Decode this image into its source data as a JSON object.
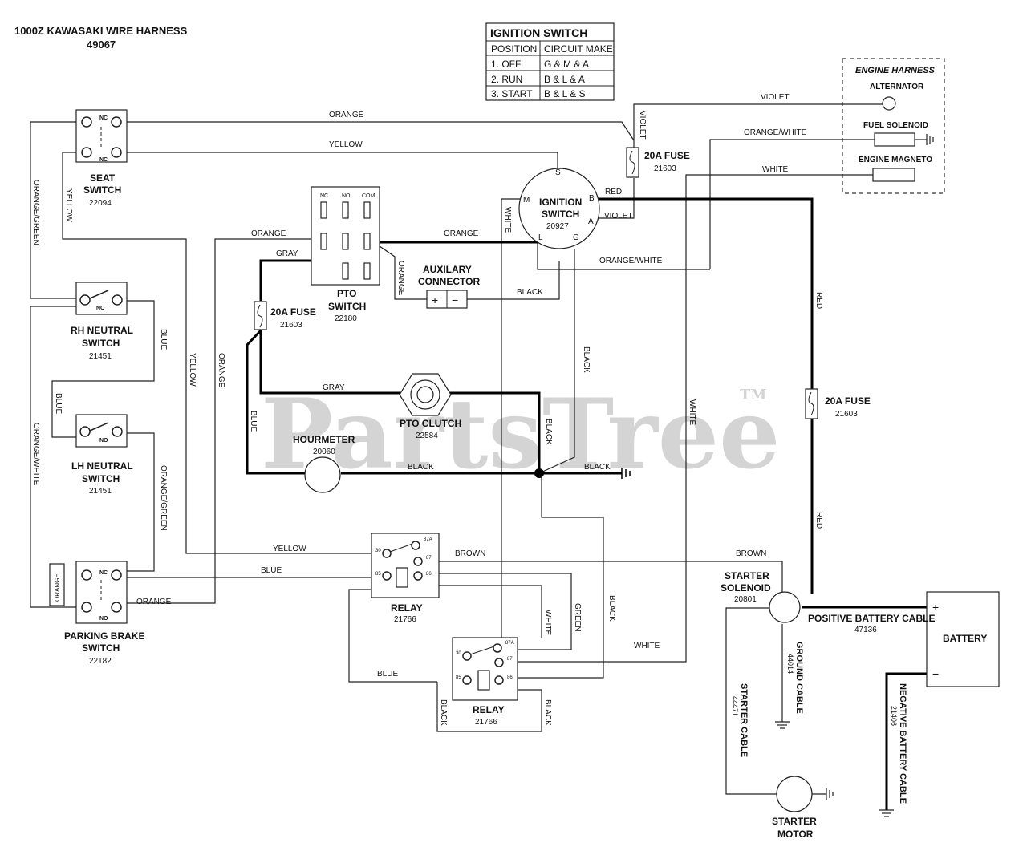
{
  "title": {
    "line1": "1000Z KAWASAKI WIRE HARNESS",
    "line2": "49067"
  },
  "ignition_table": {
    "title": "IGNITION SWITCH",
    "headers": [
      "POSITION",
      "CIRCUIT MAKE"
    ],
    "rows": [
      [
        "1. OFF",
        "G & M & A"
      ],
      [
        "2. RUN",
        "B & L & A"
      ],
      [
        "3. START",
        "B & L & S"
      ]
    ]
  },
  "engine_harness": {
    "title": "ENGINE HARNESS",
    "alternator": "ALTERNATOR",
    "fuel_solenoid": "FUEL SOLENOID",
    "engine_magneto": "ENGINE MAGNETO"
  },
  "watermark": {
    "text": "PartsTree",
    "tm": "TM"
  },
  "components": {
    "seat_switch": {
      "name1": "SEAT",
      "name2": "SWITCH",
      "part": "22094",
      "nc1": "NC",
      "nc2": "NC"
    },
    "rh_neutral": {
      "name1": "RH NEUTRAL",
      "name2": "SWITCH",
      "part": "21451",
      "no": "NO"
    },
    "lh_neutral": {
      "name1": "LH NEUTRAL",
      "name2": "SWITCH",
      "part": "21451",
      "no": "NO"
    },
    "parking_brake": {
      "name1": "PARKING BRAKE",
      "name2": "SWITCH",
      "part": "22182",
      "nc": "NC",
      "no": "NO",
      "side": "ORANGE"
    },
    "pto_switch": {
      "name1": "PTO",
      "name2": "SWITCH",
      "part": "22180",
      "nc": "NC",
      "no": "NO",
      "com": "COM"
    },
    "fuse_pto": {
      "name": "20A FUSE",
      "part": "21603"
    },
    "fuse_ign": {
      "name": "20A FUSE",
      "part": "21603"
    },
    "fuse_red": {
      "name": "20A FUSE",
      "part": "21603"
    },
    "ignition": {
      "name1": "IGNITION",
      "name2": "SWITCH",
      "part": "20927",
      "s": "S",
      "m": "M",
      "b": "B",
      "a": "A",
      "l": "L",
      "g": "G"
    },
    "aux": {
      "name1": "AUXILARY",
      "name2": "CONNECTOR",
      "plus": "+",
      "minus": "−"
    },
    "pto_clutch": {
      "name": "PTO CLUTCH",
      "part": "22584"
    },
    "hourmeter": {
      "name": "HOURMETER",
      "part": "20060"
    },
    "relay1": {
      "name": "RELAY",
      "part": "21766",
      "p30": "30",
      "p87a": "87A",
      "p87": "87",
      "p85": "85",
      "p86": "86"
    },
    "relay2": {
      "name": "RELAY",
      "part": "21766",
      "p30": "30",
      "p87a": "87A",
      "p87": "87",
      "p85": "85",
      "p86": "86"
    },
    "starter_solenoid": {
      "name1": "STARTER",
      "name2": "SOLENOID",
      "part": "20801"
    },
    "battery": {
      "name": "BATTERY",
      "plus": "+",
      "minus": "−"
    },
    "starter_motor": {
      "name1": "STARTER",
      "name2": "MOTOR"
    },
    "pos_cable": {
      "name": "POSITIVE BATTERY CABLE",
      "part": "47136"
    },
    "ground_cable": {
      "name": "GROUND CABLE",
      "part": "44014"
    },
    "starter_cable": {
      "name": "STARTER CABLE",
      "part": "44471"
    },
    "neg_cable": {
      "name": "NEGATIVE BATTERY CABLE",
      "part": "21406"
    }
  },
  "wire_labels": {
    "orange_top": "ORANGE",
    "yellow_top": "YELLOW",
    "violet_top": "VIOLET",
    "violet_v": "VIOLET",
    "orange_white_top": "ORANGE/WHITE",
    "white_top": "WHITE",
    "red_b": "RED",
    "violet_a": "VIOLET",
    "orange_green_left": "ORANGE/GREEN",
    "yellow_left": "YELLOW",
    "orange_pto": "ORANGE",
    "gray_pto": "GRAY",
    "orange_com": "ORANGE",
    "orange_aux": "ORANGE",
    "white_m": "WHITE",
    "orange_white_mid": "ORANGE/WHITE",
    "black_aux": "BLACK",
    "blue_rh": "BLUE",
    "blue_lh": "BLUE",
    "orange_white_left": "ORANGE/WHITE",
    "yellow_mid": "YELLOW",
    "orange_mid": "ORANGE",
    "orange_green_right": "ORANGE/GREEN",
    "blue_hour": "BLUE",
    "gray_clutch": "GRAY",
    "black_clutch": "BLACK",
    "black_g": "BLACK",
    "black_hour": "BLACK",
    "black_gnd": "BLACK",
    "red_v1": "RED",
    "red_v2": "RED",
    "white_right": "WHITE",
    "yellow_relay": "YELLOW",
    "blue_relay": "BLUE",
    "orange_pb": "ORANGE",
    "brown_relay": "BROWN",
    "brown_sol": "BROWN",
    "white_r2": "WHITE",
    "green_r2": "GREEN",
    "black_r2v": "BLACK",
    "white_r2h": "WHITE",
    "blue_r2": "BLUE",
    "black_r2l": "BLACK",
    "black_r2r": "BLACK"
  }
}
